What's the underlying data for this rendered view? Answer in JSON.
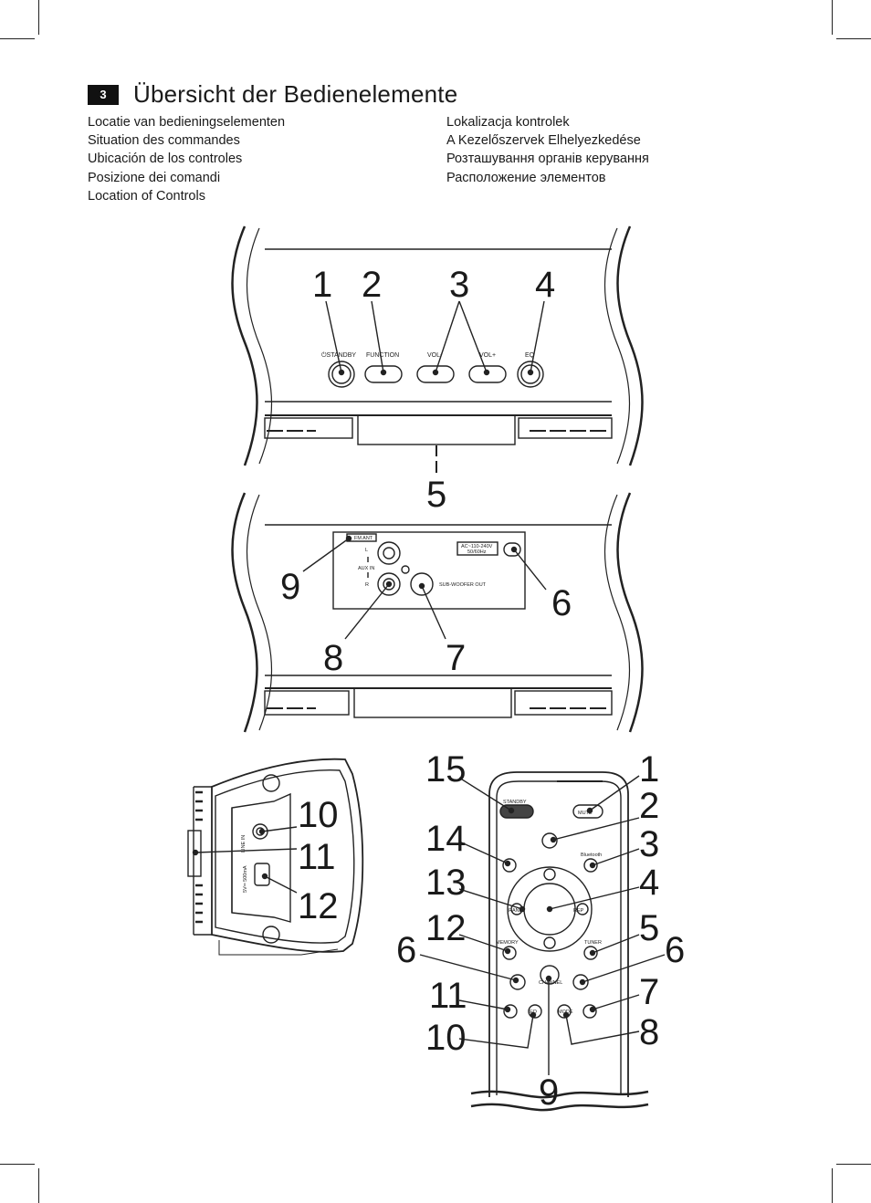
{
  "header": {
    "page_number": "3",
    "title": "Übersicht der Bedienelemente"
  },
  "languages_left": [
    "Locatie van bedieningselementen",
    "Situation des commandes",
    "Ubicación de los controles",
    "Posizione dei comandi",
    "Location of Controls"
  ],
  "languages_right": [
    "Lokalizacja kontrolek",
    "A Kezelőszervek Elhelyezkedése",
    "Розташування органів керування",
    "Расположение элементов"
  ],
  "front_panel": {
    "button_labels": [
      "⏻STANDBY",
      "FUNCTION",
      "VOL-",
      "VOL+",
      "EQ"
    ],
    "callouts": [
      "1",
      "2",
      "3",
      "4",
      "5"
    ]
  },
  "rear_panel": {
    "fm_ant": "FM ANT",
    "aux_in": "AUX IN",
    "aux_l": "L",
    "aux_r": "R",
    "power_line1": "AC~110-240V",
    "power_line2": "50/60Hz",
    "subwoofer": "SUB-WOOFER OUT",
    "callouts": [
      "6",
      "7",
      "8",
      "9"
    ]
  },
  "side_panel": {
    "line_in": "LINE IN",
    "usb_rating": "5V═ 500mA",
    "callouts": [
      "10",
      "11",
      "12"
    ]
  },
  "remote": {
    "labels": {
      "standby": "STANDBY",
      "mute": "MUTE",
      "bluetooth": "Bluetooth",
      "memory": "MEMORY",
      "tuner": "TUNER",
      "channel": "CHANNEL",
      "eq": "EQ",
      "mode": "MODE",
      "random": "RAND",
      "repeat": "REP"
    },
    "callouts_left": [
      "15",
      "14",
      "13",
      "12",
      "6",
      "11",
      "10"
    ],
    "callouts_right": [
      "1",
      "2",
      "3",
      "4",
      "5",
      "6",
      "7",
      "8"
    ],
    "callout_bottom": "9"
  }
}
